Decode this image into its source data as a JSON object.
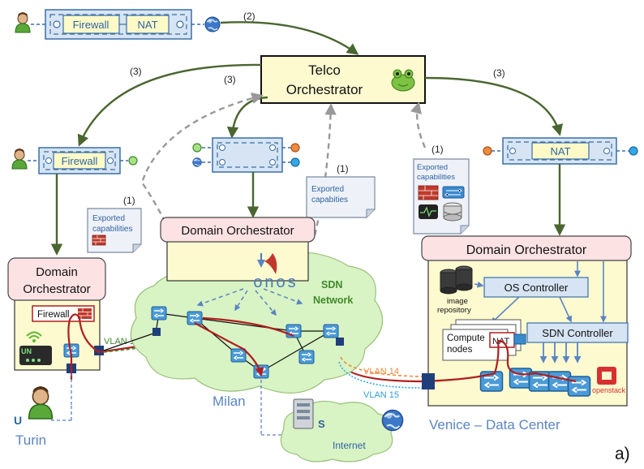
{
  "telco": {
    "line1": "Telco",
    "line2": "Orchestrator"
  },
  "top_chain": {
    "nf1": "Firewall",
    "nf2": "NAT",
    "step": "(2)"
  },
  "steps": {
    "s3a": "(3)",
    "s3b": "(3)",
    "s3c": "(3)",
    "s1a": "(1)",
    "s1b": "(1)",
    "s1c": "(1)"
  },
  "left_chain": {
    "nf": "Firewall"
  },
  "right_chain": {
    "nf": "NAT"
  },
  "docs": {
    "left": {
      "line1": "Exported",
      "line2": "capabilities"
    },
    "middle": {
      "line1": "Exported",
      "line2": "capabities"
    },
    "right": {
      "line1": "Exported",
      "line2": "capabilities"
    }
  },
  "domains": {
    "left": {
      "line1": "Domain",
      "line2": "Orchestrator"
    },
    "middle": {
      "title": "Domain Orchestrator",
      "logo": "onos"
    },
    "right": {
      "title": "Domain Orchestrator"
    }
  },
  "turin": {
    "firewall": "Firewall",
    "un": "UN",
    "user": "U",
    "city": "Turin",
    "vlan": "VLAN 11"
  },
  "milan": {
    "sdn1": "SDN",
    "sdn2": "Network",
    "city": "Milan",
    "server": "S",
    "internet": "Internet"
  },
  "venice": {
    "image1": "image",
    "image2": "repository",
    "os_controller": "OS Controller",
    "sdn_controller": "SDN Controller",
    "compute1": "Compute",
    "compute2": "nodes",
    "nat": "NAT",
    "openstack": "openstack",
    "vlan14": "VLAN 14",
    "vlan15": "VLAN 15",
    "city": "Venice – Data Center"
  },
  "figure_label": "a)",
  "colors": {
    "telco_fill": "#fdfad0",
    "chain_fill": "#d6e4f3",
    "chain_border": "#3a6fa8",
    "nf_fill": "#fdfac8",
    "do_fill": "#fde2e4",
    "domain_fill": "#fdfad0",
    "cloud_fill": "#d8f3c4",
    "arrow_green": "#4a6630",
    "arrow_dashed": "#999999",
    "path_red": "#b01e1e",
    "city_blue": "#5b84c4"
  }
}
